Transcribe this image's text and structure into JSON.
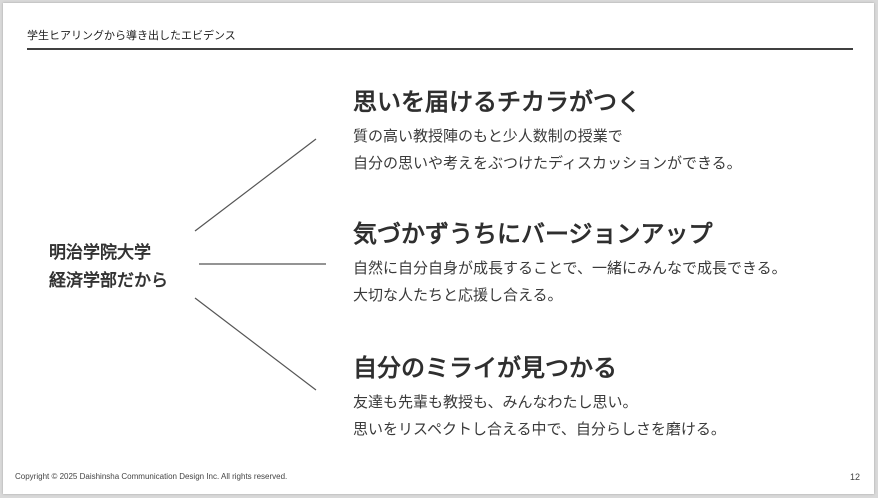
{
  "header": {
    "title": "学生ヒアリングから導き出したエビデンス"
  },
  "left_label": {
    "line1": "明治学院大学",
    "line2": "経済学部だから"
  },
  "points": [
    {
      "title": "思いを届けるチカラがつく",
      "line1": "質の高い教授陣のもと少人数制の授業で",
      "line2": "自分の思いや考えをぶつけたディスカッションができる。"
    },
    {
      "title": "気づかずうちにバージョンアップ",
      "line1": "自然に自分自身が成長することで、一緒にみんなで成長できる。",
      "line2": "大切な人たちと応援し合える。"
    },
    {
      "title": "自分のミライが見つかる",
      "line1": "友達も先輩も教授も、みんなわたし思い。",
      "line2": "思いをリスペクトし合える中で、自分らしさを磨ける。"
    }
  ],
  "footer": {
    "copyright": "Copyright © 2025 Daishinsha Communication Design Inc. All rights reserved.",
    "page_number": "12"
  }
}
